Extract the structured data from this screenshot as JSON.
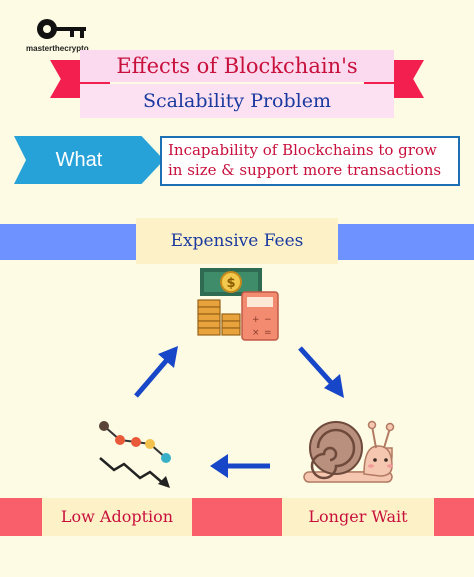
{
  "brand": {
    "name": "masterthecrypto",
    "logo_icon": "key-icon"
  },
  "title": {
    "line1": "Effects of Blockchain's",
    "line2": "Scalability  Problem"
  },
  "definition": {
    "label": "What",
    "text_line1": "Incapability of Blockchains to grow",
    "text_line2": "in size & support more transactions"
  },
  "cycle": {
    "top": {
      "label": "Expensive Fees",
      "icon": "money-calculator-icon"
    },
    "bottom_right": {
      "label": "Longer Wait",
      "icon": "snail-icon"
    },
    "bottom_left": {
      "label": "Low Adoption",
      "icon": "declining-chart-icon"
    }
  },
  "colors": {
    "background": "#fdfbe4",
    "title_red": "#c8103c",
    "title_blue": "#1b3aa0",
    "ribbon_red": "#f21f4f",
    "what_blue": "#27a2d8",
    "band_blue": "#6e92ff",
    "band_red": "#f85f6a",
    "arrow_blue": "#1846c8"
  }
}
